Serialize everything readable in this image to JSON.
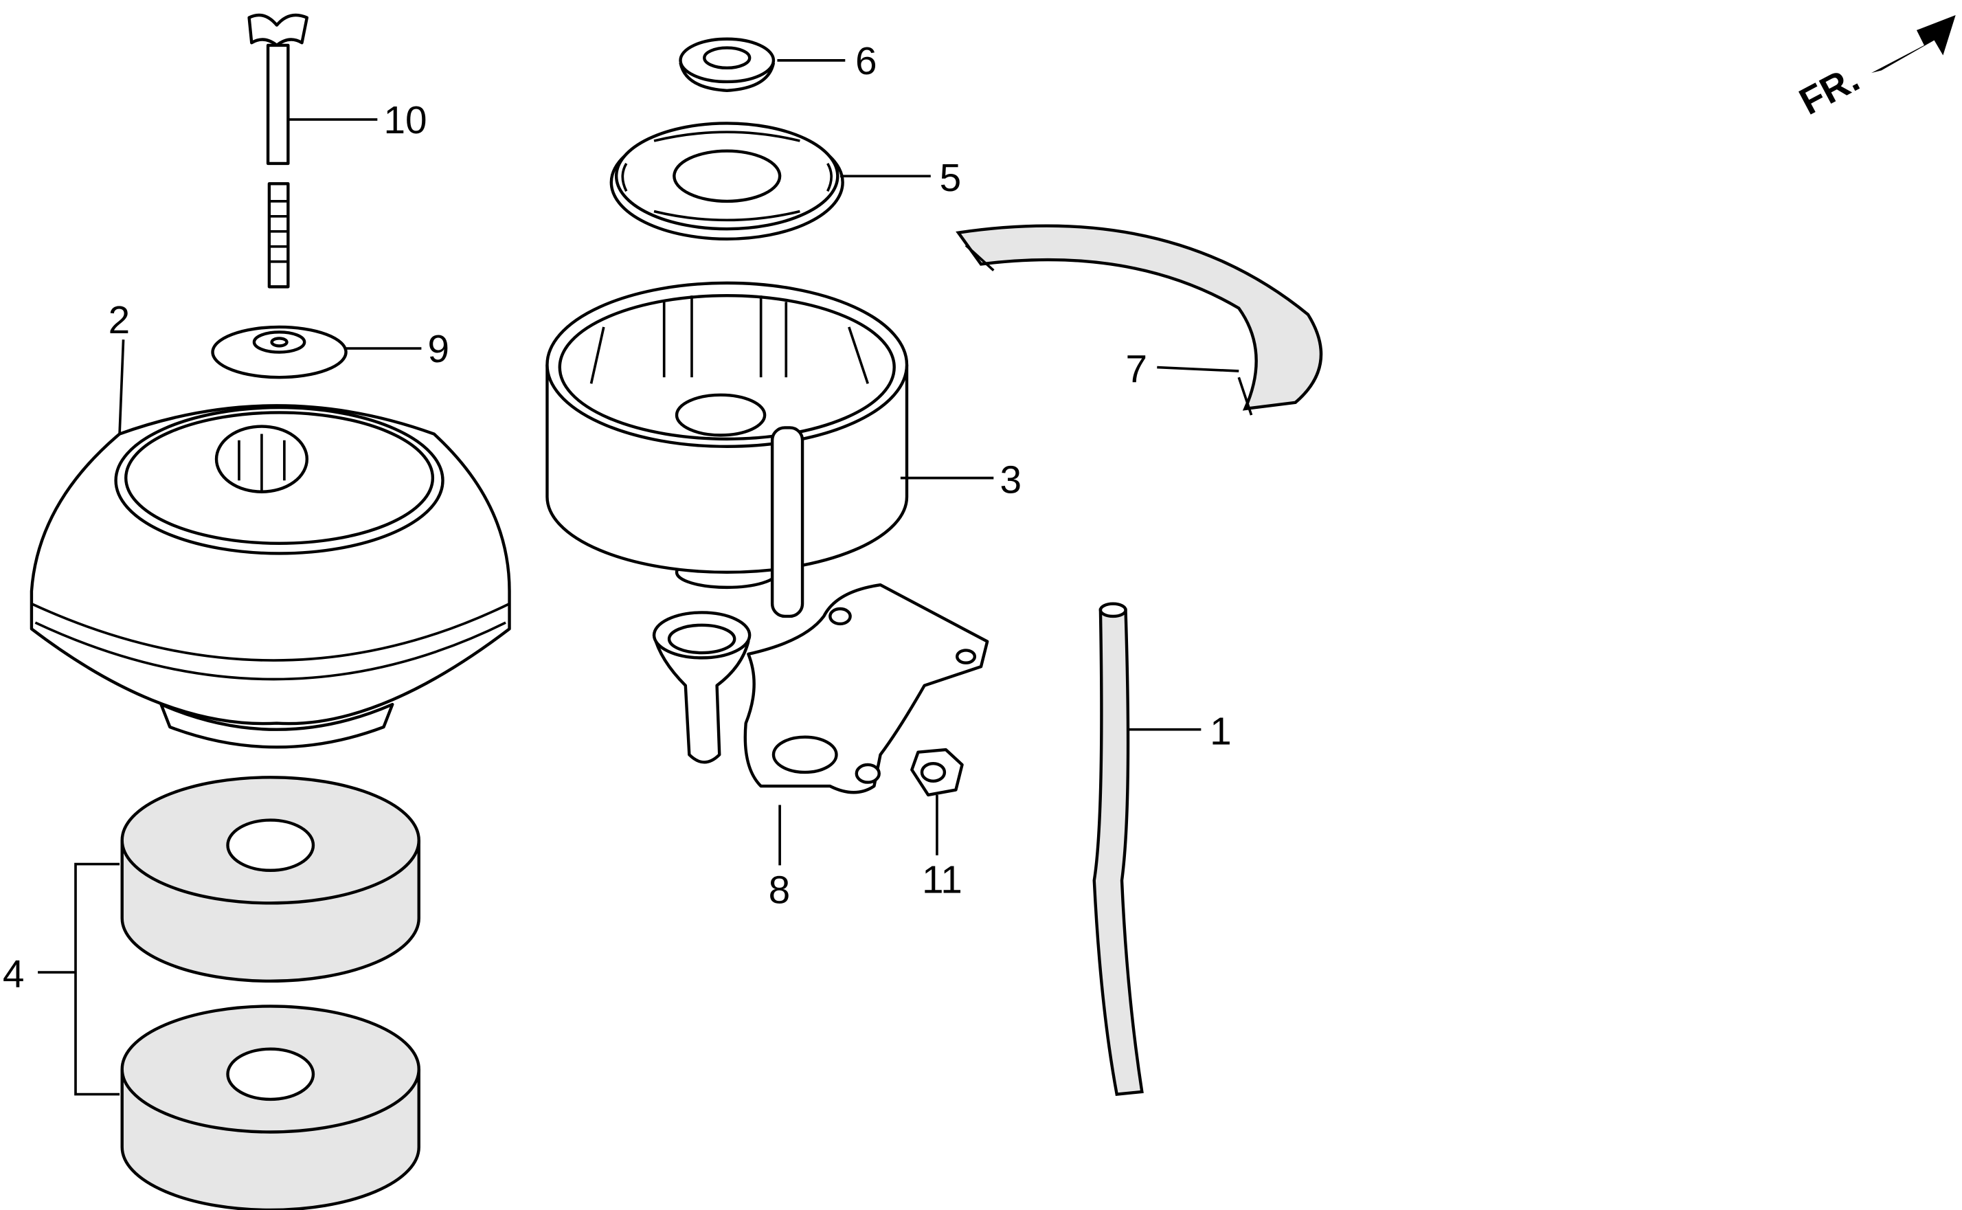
{
  "diagram": {
    "orientation_label": "FR.",
    "callouts": {
      "c1": "1",
      "c2": "2",
      "c3": "3",
      "c4": "4",
      "c5": "5",
      "c6": "6",
      "c7": "7",
      "c8": "8",
      "c9": "9",
      "c10": "10",
      "c11": "11"
    },
    "colors": {
      "line": "#000000",
      "background": "#ffffff",
      "foam": "#e6e6e6"
    }
  }
}
